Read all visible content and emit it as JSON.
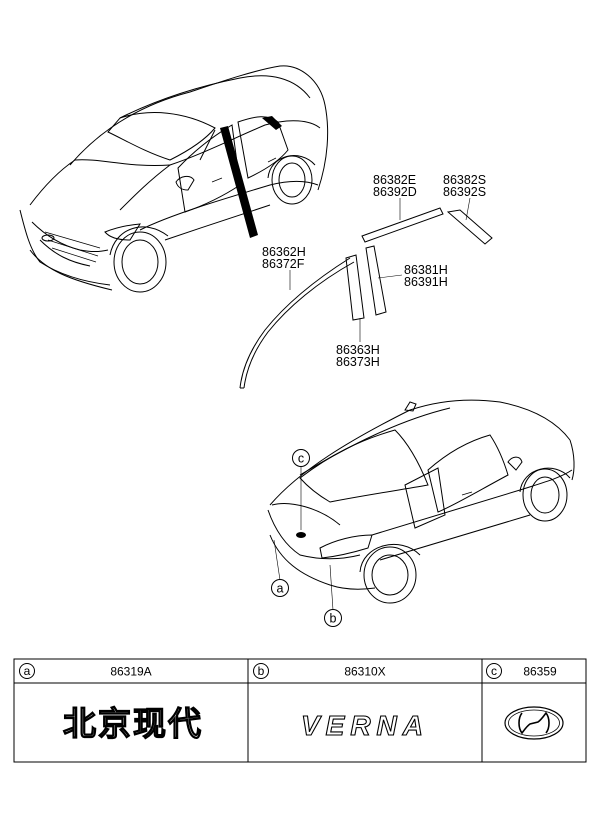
{
  "callouts": {
    "a": "a",
    "b": "b",
    "c": "c"
  },
  "parts": {
    "p1": "86382E",
    "p2": "86392D",
    "p3": "86382S",
    "p4": "86392S",
    "p5": "86362H",
    "p6": "86372F",
    "p7": "86381H",
    "p8": "86391H",
    "p9": "86363H",
    "p10": "86373H"
  },
  "table": {
    "columns": [
      {
        "key": "a",
        "part": "86319A",
        "emblem_text": "北京现代"
      },
      {
        "key": "b",
        "part": "86310X",
        "emblem_text": "VERNA"
      },
      {
        "key": "c",
        "part": "86359",
        "emblem_icon": "hyundai-logo-icon"
      }
    ]
  }
}
